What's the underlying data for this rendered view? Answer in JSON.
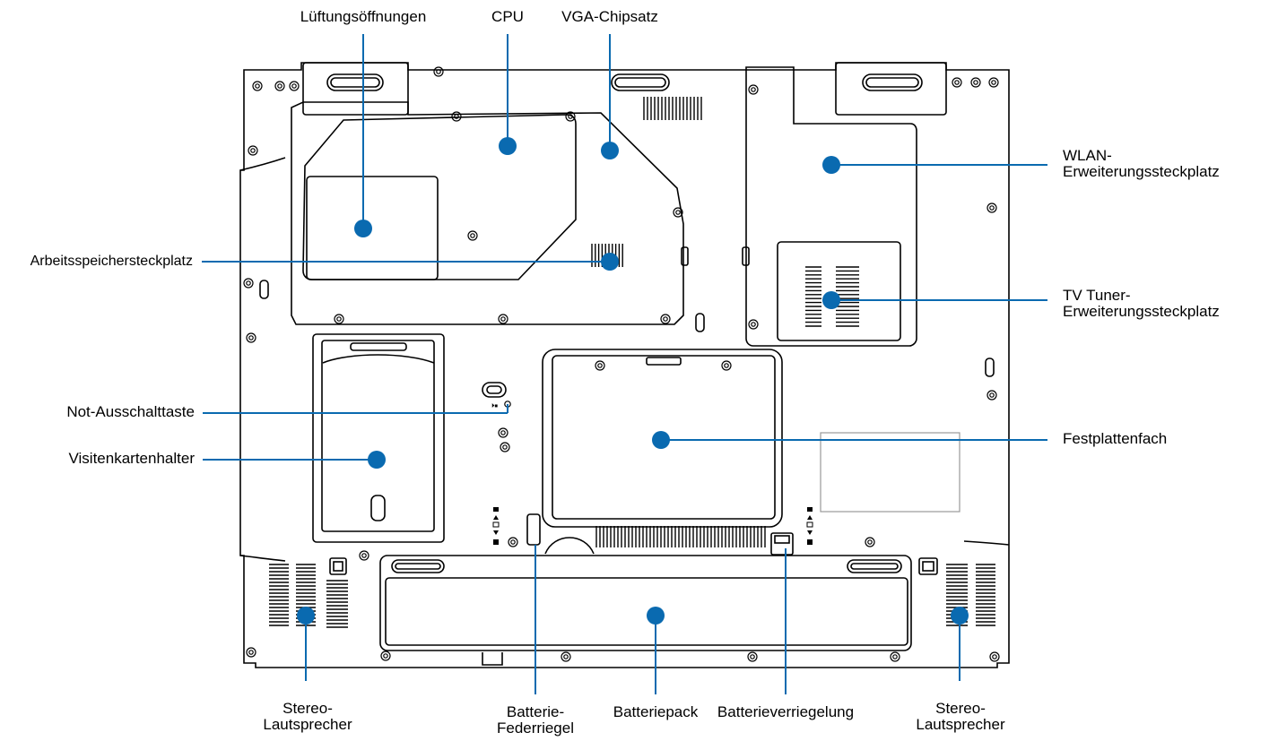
{
  "callout_color": "#0a6ab0",
  "labels": {
    "lueftung": "Lüftungsöffnungen",
    "cpu": "CPU",
    "vga": "VGA-Chipsatz",
    "wlan_1": "WLAN-",
    "wlan_2": "Erweiterungssteckplatz",
    "arbeitsspeicher": "Arbeitsspeichersteckplatz",
    "tv_1": "TV Tuner-",
    "tv_2": "Erweiterungssteckplatz",
    "not_aus": "Not-Ausschalttaste",
    "visitenkarten": "Visitenkartenhalter",
    "festplatte": "Festplattenfach",
    "stereo_left_1": "Stereo-",
    "stereo_left_2": "Lautsprecher",
    "batterie_feder_1": "Batterie-",
    "batterie_feder_2": "Federriegel",
    "batteriepack": "Batteriepack",
    "batterieverriegelung": "Batterieverriegelung",
    "stereo_right_1": "Stereo-",
    "stereo_right_2": "Lautsprecher"
  }
}
